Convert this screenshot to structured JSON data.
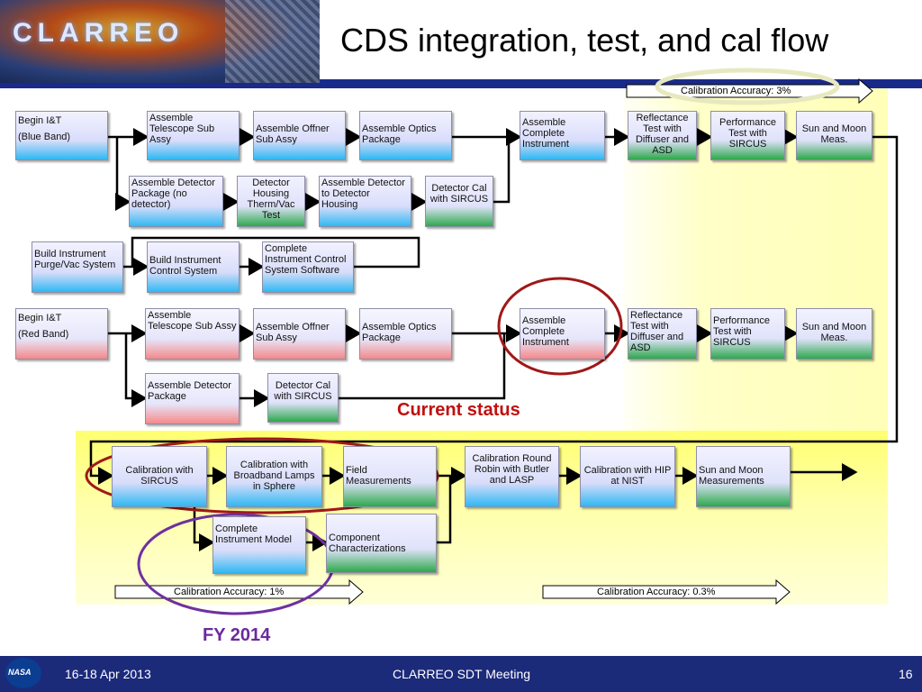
{
  "title": "CDS integration, test, and cal flow",
  "logo_text": "CLARREO",
  "accuracy": {
    "a3": "Calibration Accuracy: 3%",
    "a1": "Calibration Accuracy: 1%",
    "a03": "Calibration Accuracy: 0.3%"
  },
  "blue": {
    "b1": "Begin I&T\n(Blue Band)",
    "b2": "Assemble Telescope Sub Assy",
    "b3": "Assemble Offner Sub Assy",
    "b4": "Assemble Optics Package",
    "b5": "Assemble Complete Instrument",
    "b6": "Reflectance Test with Diffuser and ASD",
    "b7": "Performance Test with SIRCUS",
    "b8": "Sun and Moon Meas.",
    "b9": "Assemble Detector Package (no detector)",
    "b10": "Detector Housing Therm/Vac Test",
    "b11": "Assemble Detector to Detector Housing",
    "b12": "Detector Cal with SIRCUS",
    "b13": "Build Instrument Purge/Vac System",
    "b14": "Build Instrument Control System",
    "b15": "Complete Instrument Control System Software"
  },
  "red": {
    "r1": "Begin I&T\n(Red Band)",
    "r2": "Assemble Telescope Sub Assy",
    "r3": "Assemble Offner Sub Assy",
    "r4": "Assemble Optics Package",
    "r5": "Assemble Complete Instrument",
    "r6": "Reflectance Test with Diffuser and ASD",
    "r7": "Performance Test with SIRCUS",
    "r8": "Sun and Moon Meas.",
    "r9": "Assemble Detector Package",
    "r10": "Detector Cal with SIRCUS"
  },
  "cal": {
    "c1": "Calibration with SIRCUS",
    "c2": "Calibration with Broadband Lamps in Sphere",
    "c3": "Field Measurements",
    "c4": "Calibration Round Robin with Butler and LASP",
    "c5": "Calibration with HIP at NIST",
    "c6": "Sun and Moon Measurements",
    "c7": "Complete Instrument Model",
    "c8": "Component Characterizations"
  },
  "annotations": {
    "current_status": "Current status",
    "fy": "FY 2014"
  },
  "footer": {
    "date": "16-18 Apr 2013",
    "meeting": "CLARREO SDT Meeting",
    "page": "16",
    "nasa": "NASA"
  },
  "colors": {
    "blue_band": "#2fb8f3",
    "red_band": "#f48a8a",
    "green": "#2ea84c",
    "circle_red": "#a01818",
    "circle_purple": "#7030a0",
    "footer_bg": "#1c2a7a"
  }
}
